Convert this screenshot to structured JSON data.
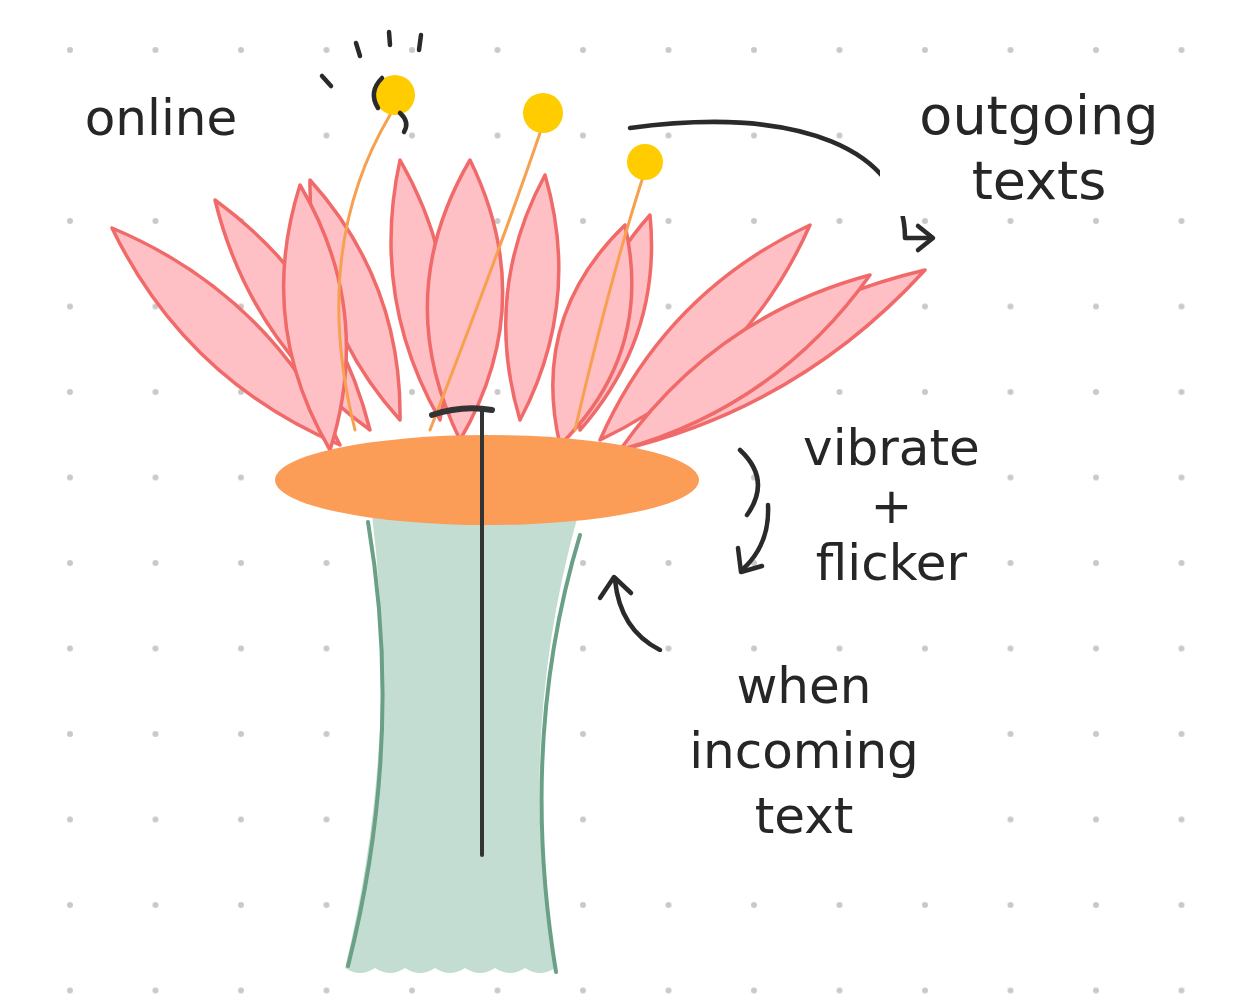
{
  "diagram": {
    "labels": [
      "online",
      "outgoing texts",
      "vibrate + flicker",
      "when incoming text"
    ]
  }
}
